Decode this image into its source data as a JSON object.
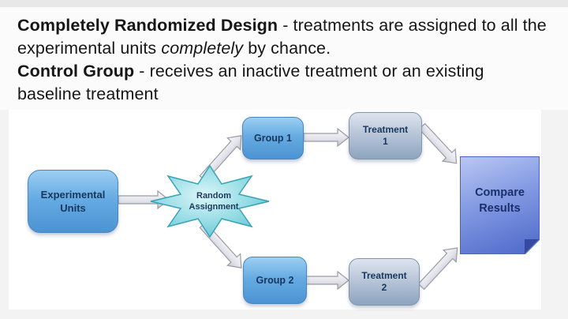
{
  "definitions": {
    "line1_bold": "Completely Randomized Design",
    "line1_text": " - treatments are assigned to all the experimental units ",
    "line1_italic": "completely",
    "line1_end": " by chance.",
    "line2_bold": "Control Group",
    "line2_text": " - receives an inactive treatment or an existing baseline treatment"
  },
  "diagram": {
    "experimental_units": {
      "line1": "Experimental",
      "line2": "Units"
    },
    "random_assignment": {
      "line1": "Random",
      "line2": "Assignment"
    },
    "group1": "Group 1",
    "group2": "Group 2",
    "treatment1": {
      "line1": "Treatment",
      "line2": "1"
    },
    "treatment2": {
      "line1": "Treatment",
      "line2": "2"
    },
    "compare_results": {
      "line1": "Compare",
      "line2": "Results"
    },
    "colors": {
      "blue_box_top": "#9ccff2",
      "blue_box_bottom": "#4b93d2",
      "treatment_box_top": "#dde4ee",
      "treatment_box_bottom": "#8da4bf",
      "compare_box_top": "#bac7f4",
      "compare_box_bottom": "#4d69ca",
      "starburst_light": "#dbf6f8",
      "starburst_dark": "#4fb9cb",
      "arrow_fill_light": "#fafafc",
      "arrow_fill_dark": "#cfcfd9",
      "box_text": "#17375e"
    }
  }
}
